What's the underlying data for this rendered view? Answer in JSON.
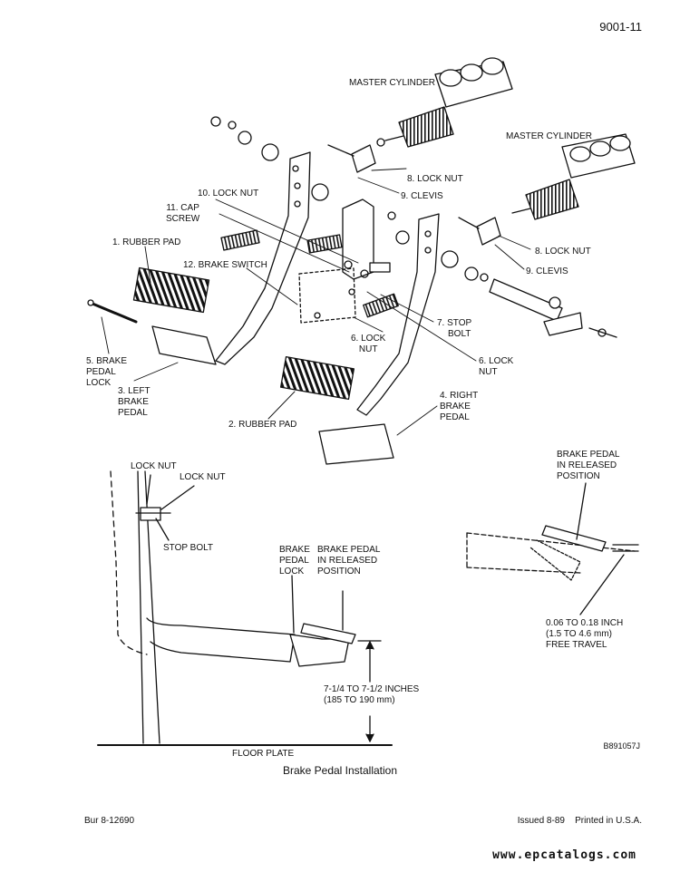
{
  "header": {
    "page_number": "9001-11"
  },
  "figure": {
    "caption": "Brake Pedal Installation",
    "figure_id": "B891057J"
  },
  "callouts": {
    "master_cylinder_left": "MASTER CYLINDER",
    "master_cylinder_right": "MASTER CYLINDER",
    "lock_nut_8_upper": "8. LOCK NUT",
    "lock_nut_8_lower": "8. LOCK NUT",
    "clevis_9_upper": "9. CLEVIS",
    "clevis_9_lower": "9. CLEVIS",
    "lock_nut_10": "10. LOCK NUT",
    "cap_screw_11": [
      "11. CAP",
      "SCREW"
    ],
    "rubber_pad_1": "1. RUBBER PAD",
    "brake_switch_12": "12. BRAKE SWITCH",
    "stop_bolt_7": [
      "7. STOP",
      "BOLT"
    ],
    "lock_nut_6_left": [
      "6. LOCK",
      "NUT"
    ],
    "lock_nut_6_right": [
      "6. LOCK",
      "NUT"
    ],
    "brake_pedal_lock_5": [
      "5. BRAKE",
      "PEDAL",
      "LOCK"
    ],
    "left_brake_pedal_3": [
      "3. LEFT",
      "BRAKE",
      "PEDAL"
    ],
    "right_brake_pedal_4": [
      "4. RIGHT",
      "BRAKE",
      "PEDAL"
    ],
    "rubber_pad_2": "2. RUBBER PAD"
  },
  "detail_side": {
    "lock_nut_a": "LOCK NUT",
    "lock_nut_b": "LOCK NUT",
    "stop_bolt": "STOP BOLT",
    "brake_pedal_lock": [
      "BRAKE",
      "PEDAL",
      "LOCK"
    ],
    "brake_pedal_released": [
      "BRAKE PEDAL",
      "IN RELEASED",
      "POSITION"
    ],
    "dimension": [
      "7-1/4 TO 7-1/2 INCHES",
      "(185 TO 190 mm)"
    ],
    "floor_plate": "FLOOR PLATE"
  },
  "detail_free_travel": {
    "brake_pedal_released": [
      "BRAKE PEDAL",
      "IN RELEASED",
      "POSITION"
    ],
    "free_travel": [
      "0.06 TO 0.18 INCH",
      "(1.5 TO 4.6 mm)",
      "FREE TRAVEL"
    ]
  },
  "footer": {
    "doc_ref": "Bur 8-12690",
    "issued": "Issued 8-89",
    "printed": "Printed in U.S.A.",
    "watermark": "www.epcatalogs.com"
  }
}
